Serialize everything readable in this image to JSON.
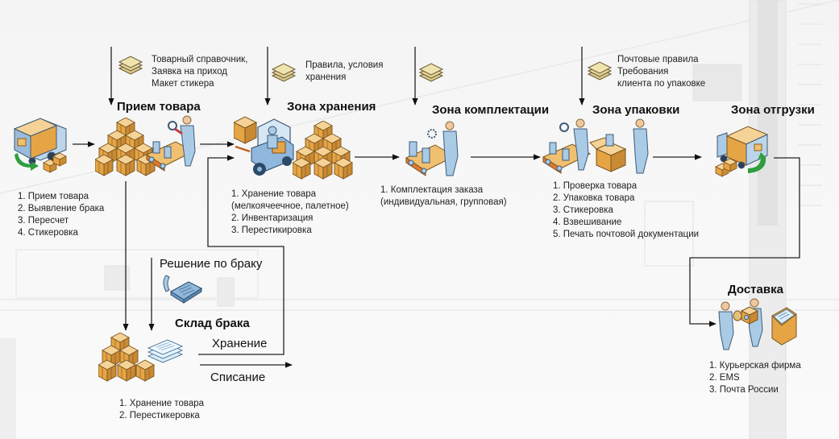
{
  "diagram": {
    "stages": [
      {
        "id": "receiving",
        "title": "Прием товара",
        "inputs": [
          "Товарный справочник,",
          "Заявка на приход",
          "Макет стикера"
        ],
        "steps": [
          "1. Прием товара",
          "2. Выявление брака",
          "3. Пересчет",
          "4. Стикеровка"
        ]
      },
      {
        "id": "storage",
        "title": "Зона хранения",
        "inputs": [
          "Правила, условия",
          "хранения"
        ],
        "steps": [
          "1. Хранение товара",
          "(мелкоячеечное, палетное)",
          "2. Инвентаризация",
          "3. Перестикировка"
        ]
      },
      {
        "id": "picking",
        "title": "Зона комплектации",
        "inputs": [],
        "steps": [
          "1. Комплектация заказа",
          "(индивидуальная, групповая)"
        ]
      },
      {
        "id": "packing",
        "title": "Зона упаковки",
        "inputs": [
          "Почтовые правила",
          "Требования",
          "клиента по упаковке"
        ],
        "steps": [
          "1. Проверка товара",
          "2. Упаковка товара",
          "3. Стикеровка",
          "4. Взвешивание",
          "5. Печать почтовой документации"
        ]
      },
      {
        "id": "shipping",
        "title": "Зона отгрузки",
        "inputs": [],
        "steps": []
      }
    ],
    "defects": {
      "title": "Склад брака",
      "decision_label": "Решение по браку",
      "storage_label": "Хранение",
      "writeoff_label": "Списание",
      "steps": [
        "1. Хранение товара",
        "2. Перестикеровка"
      ]
    },
    "delivery": {
      "title": "Доставка",
      "steps": [
        "1. Курьерская фирма",
        "2. EMS",
        "3. Почта России"
      ]
    }
  },
  "colors": {
    "box": "#e8b466",
    "box_dark": "#b9823a",
    "person": "#a9cbe6",
    "person_head": "#f0c8a0",
    "conveyor": "#f0c070",
    "belt": "#e07830",
    "arrow_green": "#2e9e3e",
    "doc": "#e8dcaa",
    "line": "#222222"
  },
  "icons": {
    "truck_in": "delivery-truck-icon",
    "boxes": "box-stack-icon",
    "inspector": "inspection-worker-icon",
    "forklift": "forklift-icon",
    "picker": "picking-worker-icon",
    "packer": "packing-worker-icon",
    "truck_out": "shipping-truck-icon",
    "documents": "document-stack-icon",
    "phone": "telephone-icon",
    "papers": "papers-icon",
    "courier": "courier-icon",
    "envelope": "envelope-icon"
  }
}
